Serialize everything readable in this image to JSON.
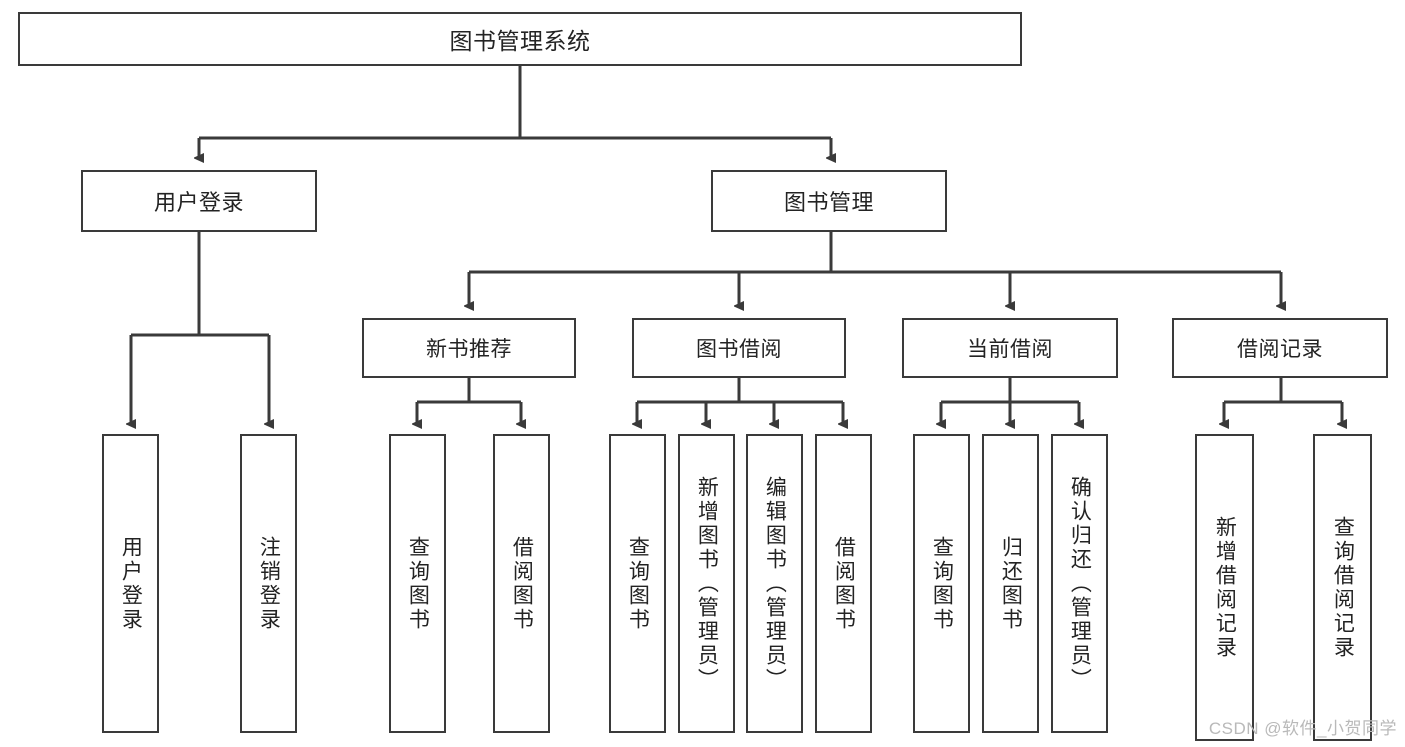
{
  "diagram": {
    "title": "图书管理系统",
    "type": "tree-hierarchy-diagram",
    "root": {
      "label": "图书管理系统"
    },
    "level2": [
      {
        "label": "用户登录"
      },
      {
        "label": "图书管理"
      }
    ],
    "level3": [
      {
        "label": "新书推荐"
      },
      {
        "label": "图书借阅"
      },
      {
        "label": "当前借阅"
      },
      {
        "label": "借阅记录"
      }
    ],
    "leaves": {
      "user_login": [
        {
          "label": "用户登录"
        },
        {
          "label": "注销登录"
        }
      ],
      "new_book_recommend": [
        {
          "label": "查询图书"
        },
        {
          "label": "借阅图书"
        }
      ],
      "book_borrow": [
        {
          "label": "查询图书"
        },
        {
          "label": "新增图书（管理员）"
        },
        {
          "label": "编辑图书（管理员）"
        },
        {
          "label": "借阅图书"
        }
      ],
      "current_borrow": [
        {
          "label": "查询图书"
        },
        {
          "label": "归还图书"
        },
        {
          "label": "确认归还（管理员）"
        }
      ],
      "borrow_record": [
        {
          "label": "新增借阅记录"
        },
        {
          "label": "查询借阅记录"
        }
      ]
    }
  },
  "watermark": {
    "text": "CSDN @软件_小贺同学"
  },
  "colors": {
    "stroke": "#3a3a3a",
    "background": "#ffffff",
    "text": "#232323",
    "watermark": "#b9b9b9"
  }
}
